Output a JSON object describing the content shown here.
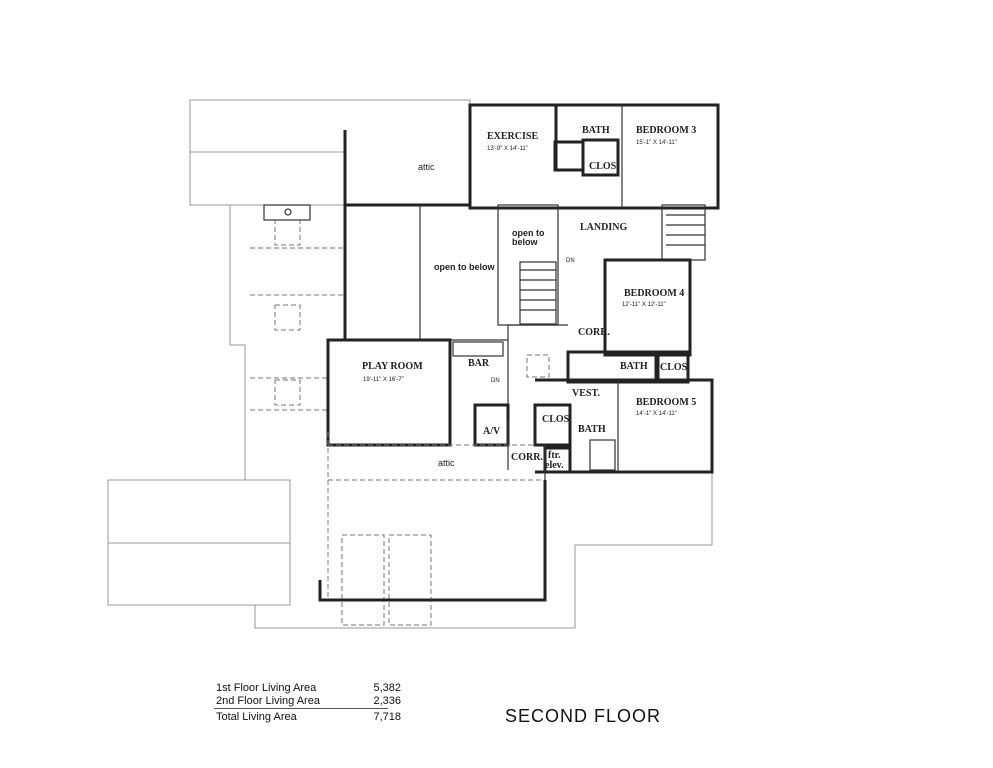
{
  "plan_title": "SECOND FLOOR",
  "rooms": {
    "exercise": {
      "name": "EXERCISE",
      "dims": "13'-9\" X 14'-11\""
    },
    "bath_upper": {
      "name": "BATH"
    },
    "clos_upper": {
      "name": "CLOS."
    },
    "bedroom3": {
      "name": "BEDROOM 3",
      "dims": "15'-1\" X 14'-11\""
    },
    "attic_upper": {
      "name": "attic"
    },
    "open_below_left": {
      "name": "open to below"
    },
    "open_below_stair_1": {
      "name": "open to"
    },
    "open_below_stair_2": {
      "name": "below"
    },
    "landing": {
      "name": "LANDING"
    },
    "dn_stair": {
      "name": "DN"
    },
    "bedroom4": {
      "name": "BEDROOM 4",
      "dims": "12'-11\" X 12'-11\""
    },
    "corr_upper": {
      "name": "CORR."
    },
    "bath_mid": {
      "name": "BATH"
    },
    "clos_mid": {
      "name": "CLOS."
    },
    "play_room": {
      "name": "PLAY ROOM",
      "dims": "19'-11\" X 16'-7\""
    },
    "bar": {
      "name": "BAR"
    },
    "dn_bar": {
      "name": "DN"
    },
    "av": {
      "name": "A/V"
    },
    "vest": {
      "name": "VEST."
    },
    "bedroom5": {
      "name": "BEDROOM 5",
      "dims": "14'-1\" X 14'-11\""
    },
    "clos_lower": {
      "name": "CLOS."
    },
    "bath_lower": {
      "name": "BATH"
    },
    "corr_lower": {
      "name": "CORR."
    },
    "ftr_elev_1": {
      "name": "ftr."
    },
    "ftr_elev_2": {
      "name": "elev."
    },
    "attic_lower": {
      "name": "attic"
    }
  },
  "area_table": [
    {
      "label": "1st Floor Living Area",
      "value": "5,382"
    },
    {
      "label": "2nd Floor Living Area",
      "value": "2,336"
    },
    {
      "label": "Total Living Area",
      "value": "7,718"
    }
  ]
}
